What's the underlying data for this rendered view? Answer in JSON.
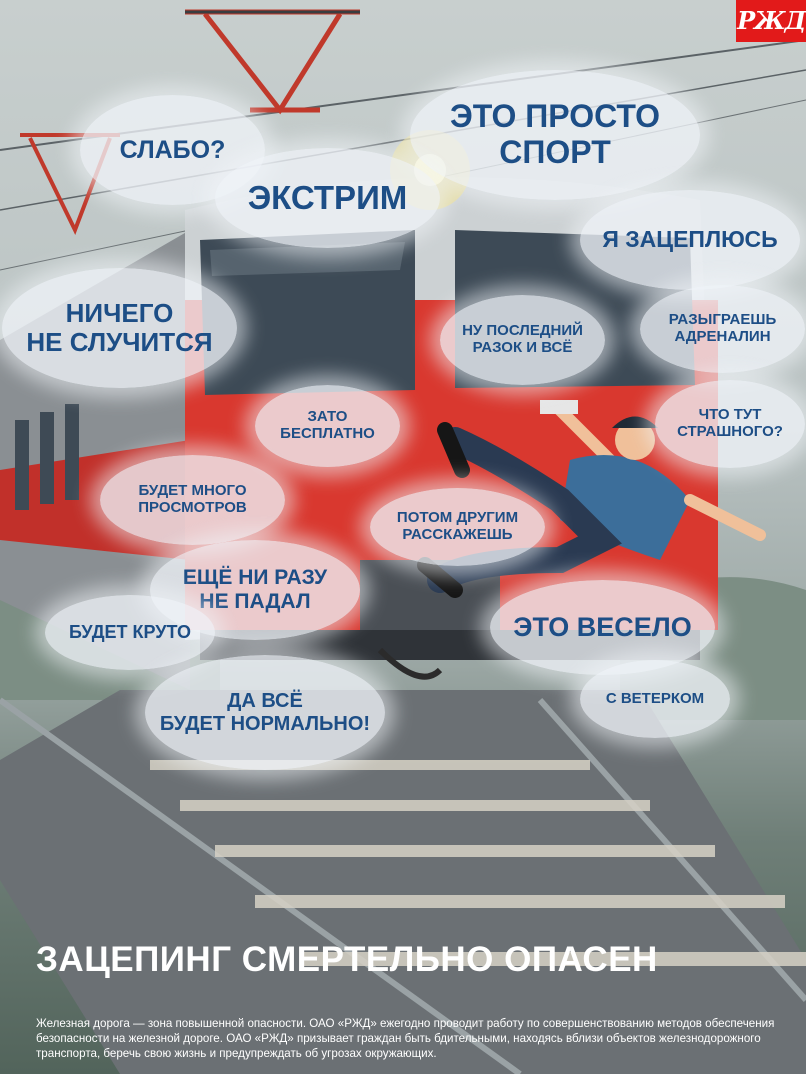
{
  "logo": {
    "text": "РЖД"
  },
  "bubbles": {
    "slabo": {
      "line1": "СЛАБО?"
    },
    "eto_prosto_sport": {
      "line1": "ЭТО ПРОСТО",
      "line2": "СПОРТ"
    },
    "ekstrim": {
      "line1": "ЭКСТРИМ"
    },
    "ya_zatseplyus": {
      "line1": "Я ЗАЦЕПЛЮСЬ"
    },
    "nichego": {
      "line1": "НИЧЕГО",
      "line2": "НЕ СЛУЧИТСЯ"
    },
    "nu_posledniy": {
      "line1": "НУ ПОСЛЕДНИЙ",
      "line2": "РАЗОК И ВСЁ"
    },
    "razygraesh": {
      "line1": "РАЗЫГРАЕШЬ",
      "line2": "АДРЕНАЛИН"
    },
    "zato_besplatno": {
      "line1": "ЗАТО",
      "line2": "БЕСПЛАТНО"
    },
    "chto_tut": {
      "line1": "ЧТО ТУТ",
      "line2": "СТРАШНОГО?"
    },
    "budet_mnogo": {
      "line1": "БУДЕТ МНОГО",
      "line2": "ПРОСМОТРОВ"
    },
    "potom_drugim": {
      "line1": "ПОТОМ ДРУГИМ",
      "line2": "РАССКАЖЕШЬ"
    },
    "eshche_ni_razu": {
      "line1": "ЕЩЁ НИ РАЗУ",
      "line2": "НЕ ПАДАЛ"
    },
    "budet_kruto": {
      "line1": "БУДЕТ КРУТО"
    },
    "eto_veselo": {
      "line1": "ЭТО ВЕСЕЛО"
    },
    "da_vse": {
      "line1": "ДА ВСЁ",
      "line2": "БУДЕТ НОРМАЛЬНО!"
    },
    "s_veterkom": {
      "line1": "С ВЕТЕРКОМ"
    }
  },
  "headline": "ЗАЦЕПИНГ СМЕРТЕЛЬНО ОПАСЕН",
  "footnote": "Железная дорога — зона повышенной опасности. ОАО «РЖД» ежегодно проводит работу по совершенствованию методов обеспечения безопасности на железной дороге. ОАО «РЖД» призывает граждан быть бдительными, находясь вблизи объектов железнодорожного транспорта, беречь свою жизнь и предупреждать об угрозах окружающих.",
  "colors": {
    "brand_red": "#e21a1a",
    "train_red": "#d9382f",
    "bubble_text": "#1d4e86",
    "headline_text": "#ffffff"
  }
}
